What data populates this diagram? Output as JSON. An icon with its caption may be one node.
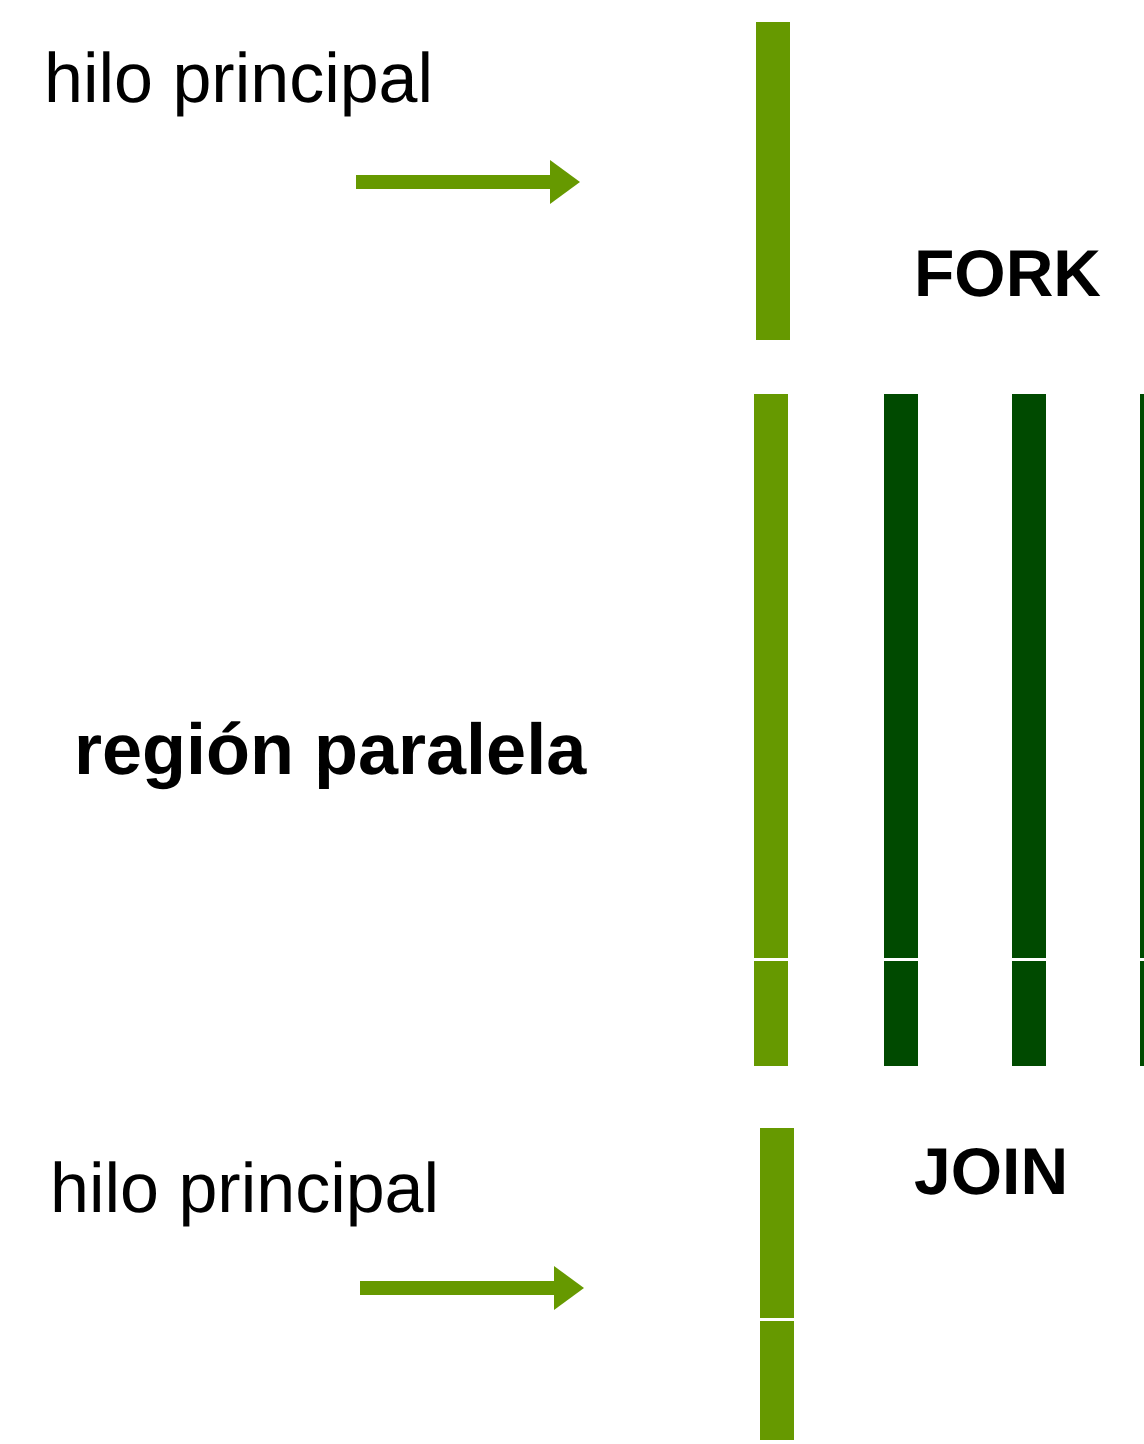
{
  "diagram": {
    "nodes": [
      {
        "text": [],
        "shape": "bar"
      },
      {
        "text": [],
        "shape": "bar"
      },
      {
        "text": [],
        "shape": "bar"
      },
      {
        "text": [],
        "shape": "bar"
      },
      {
        "text": [],
        "shape": "bar"
      },
      {
        "text": [],
        "shape": "bar"
      }
    ],
    "labels": [
      "hilo principal",
      "FORK",
      "región paralela",
      "hilo principal",
      "JOIN"
    ]
  }
}
